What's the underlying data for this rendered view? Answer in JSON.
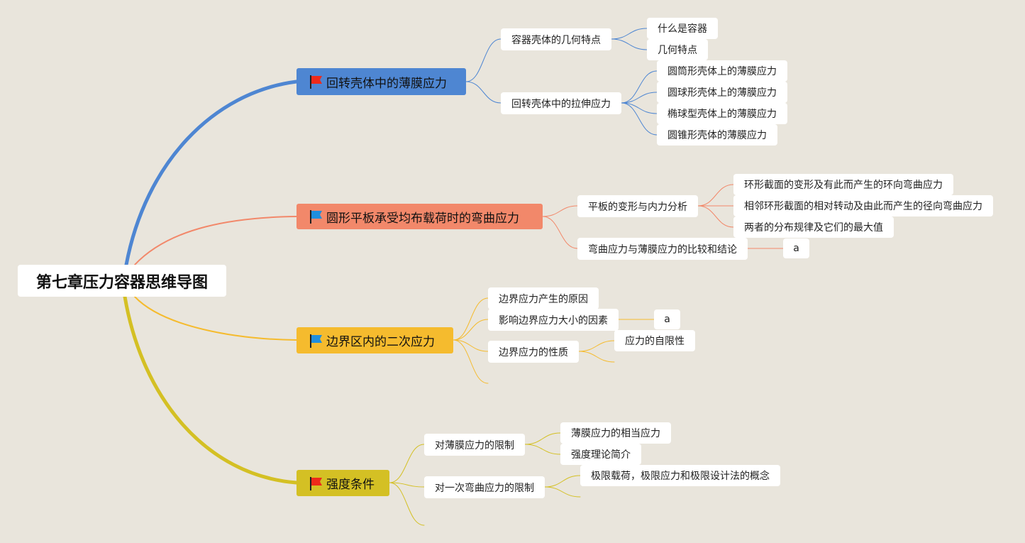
{
  "root": {
    "title": "第七章压力容器思维导图"
  },
  "colors": {
    "background": "#e9e5dc",
    "branch1": "#4e86d2",
    "branch2": "#f2886a",
    "branch3": "#f5bb2e",
    "branch4": "#d4c024",
    "flag_red": "#ee2a1a",
    "flag_blue": "#1f8fde"
  },
  "branches": [
    {
      "label": "回转壳体中的薄膜应力",
      "flag": "red-flag-icon",
      "children": [
        {
          "label": "容器壳体的几何特点",
          "children": [
            {
              "label": "什么是容器"
            },
            {
              "label": "几何特点"
            }
          ]
        },
        {
          "label": "回转壳体中的拉伸应力",
          "children": [
            {
              "label": "圆筒形壳体上的薄膜应力"
            },
            {
              "label": "圆球形壳体上的薄膜应力"
            },
            {
              "label": "椭球型壳体上的薄膜应力"
            },
            {
              "label": "圆锥形壳体的薄膜应力"
            }
          ]
        }
      ]
    },
    {
      "label": "圆形平板承受均布载荷时的弯曲应力",
      "flag": "blue-flag-icon",
      "children": [
        {
          "label": "平板的变形与内力分析",
          "children": [
            {
              "label": "环形截面的变形及有此而产生的环向弯曲应力"
            },
            {
              "label": "相邻环形截面的相对转动及由此而产生的径向弯曲应力"
            },
            {
              "label": "两者的分布规律及它们的最大值"
            }
          ]
        },
        {
          "label": "弯曲应力与薄膜应力的比较和结论",
          "children": [
            {
              "label": "a"
            }
          ]
        }
      ]
    },
    {
      "label": "边界区内的二次应力",
      "flag": "blue-flag-icon",
      "children": [
        {
          "label": "边界应力产生的原因"
        },
        {
          "label": "影响边界应力大小的因素",
          "children": [
            {
              "label": "a"
            }
          ]
        },
        {
          "label": "边界应力的性质",
          "children": [
            {
              "label": "应力的自限性"
            }
          ]
        }
      ]
    },
    {
      "label": "强度条件",
      "flag": "red-flag-icon",
      "children": [
        {
          "label": "对薄膜应力的限制",
          "children": [
            {
              "label": "薄膜应力的相当应力"
            },
            {
              "label": "强度理论简介"
            }
          ]
        },
        {
          "label": "对一次弯曲应力的限制",
          "children": [
            {
              "label": "极限载荷，极限应力和极限设计法的概念"
            }
          ]
        }
      ]
    }
  ]
}
